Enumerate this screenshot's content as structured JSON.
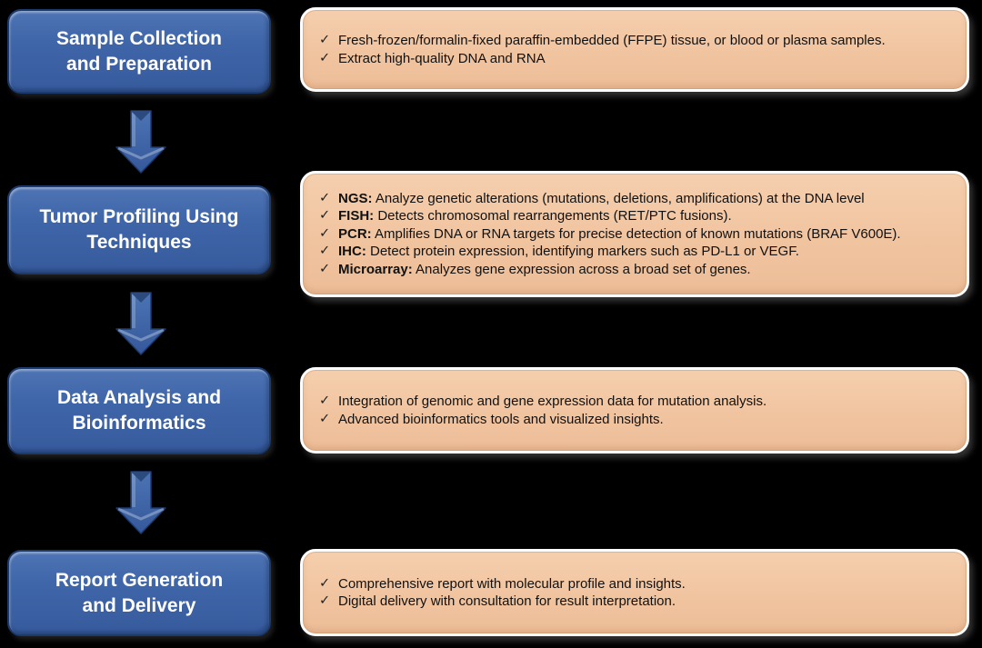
{
  "checkmark": "✓",
  "colors": {
    "background": "#000000",
    "step_box_fill": "#3D63A7",
    "step_box_border": "#1D3A6D",
    "step_text": "#FFFFFF",
    "detail_box_fill": "#F1C4A0",
    "detail_box_border": "#FFFFFF",
    "detail_text": "#111111",
    "arrow_fill": "#3E64A6"
  },
  "flow": {
    "steps": [
      {
        "title": "Sample Collection and Preparation",
        "title_line1": "Sample Collection",
        "title_line2": "and Preparation",
        "items": [
          {
            "bold": "",
            "text": "Fresh-frozen/formalin-fixed paraffin-embedded (FFPE) tissue, or blood or plasma samples."
          },
          {
            "bold": "",
            "text": "Extract high-quality DNA and RNA"
          }
        ]
      },
      {
        "title": "Tumor Profiling Using Techniques",
        "title_line1": "Tumor Profiling Using",
        "title_line2": "Techniques",
        "items": [
          {
            "bold": "NGS:",
            "text": " Analyze genetic alterations (mutations, deletions, amplifications) at the DNA level"
          },
          {
            "bold": "FISH:",
            "text": " Detects chromosomal rearrangements (RET/PTC fusions)."
          },
          {
            "bold": "PCR:",
            "text": " Amplifies DNA or RNA targets for precise detection of known mutations (BRAF V600E)."
          },
          {
            "bold": "IHC:",
            "text": " Detect protein expression, identifying markers such as PD-L1 or VEGF."
          },
          {
            "bold": "Microarray:",
            "text": " Analyzes gene expression across a broad set of genes."
          }
        ]
      },
      {
        "title": "Data Analysis and Bioinformatics",
        "title_line1": "Data Analysis and",
        "title_line2": "Bioinformatics",
        "items": [
          {
            "bold": "",
            "text": "Integration of genomic and gene expression data for mutation analysis."
          },
          {
            "bold": "",
            "text": "Advanced bioinformatics tools and visualized insights."
          }
        ]
      },
      {
        "title": "Report Generation and Delivery",
        "title_line1": "Report Generation",
        "title_line2": "and Delivery",
        "items": [
          {
            "bold": "",
            "text": "Comprehensive report with molecular profile and insights."
          },
          {
            "bold": "",
            "text": "Digital delivery with consultation for result interpretation."
          }
        ]
      }
    ]
  }
}
